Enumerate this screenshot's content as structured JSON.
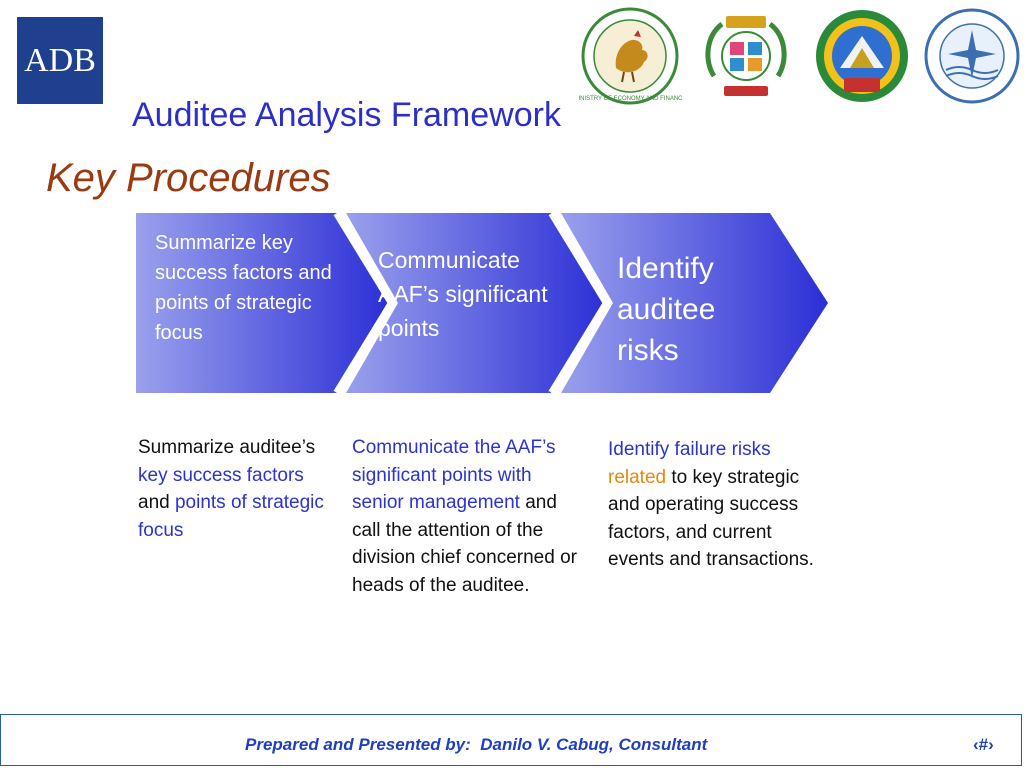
{
  "header": {
    "logo_text": "ADB",
    "title": "Auditee Analysis Framework",
    "subtitle": "Key Procedures"
  },
  "seals": [
    {
      "name": "ministry-of-economy-and-finance-seal",
      "text": "MINISTRY OF ECONOMY AND FINANCE"
    },
    {
      "name": "ministry-seal-2"
    },
    {
      "name": "national-emblem-seal"
    },
    {
      "name": "ministry-seal-4"
    }
  ],
  "steps": [
    {
      "label": "Summarize key success factors and points of strategic focus"
    },
    {
      "label": "Communicate AAF’s significant points"
    },
    {
      "label": "Identify auditee risks"
    }
  ],
  "descriptions": {
    "d1": {
      "p1": "Summarize auditee’s ",
      "h1": "key success factors",
      "p2": " and ",
      "h2": "points of strategic focus"
    },
    "d2": {
      "h1": "Communicate the AAF’s significant points with senior management",
      "p1": " and call the attention of the division chief concerned or heads of the auditee."
    },
    "d3": {
      "h1": "Identify failure risks",
      "h2": "related",
      "p1": " to key strategic and operating success factors, and current events and transactions."
    }
  },
  "colors": {
    "title": "#2b2fc7",
    "subtitle": "#9a3a12",
    "chevron_light": "#9aa0ec",
    "chevron_dark": "#2b2fd6",
    "highlight_blue": "#2b33cc",
    "highlight_orange": "#e28a0c"
  },
  "footer": {
    "text": "Prepared and Presented by:  Danilo V. Cabug, Consultant",
    "page_number": "‹#›"
  }
}
